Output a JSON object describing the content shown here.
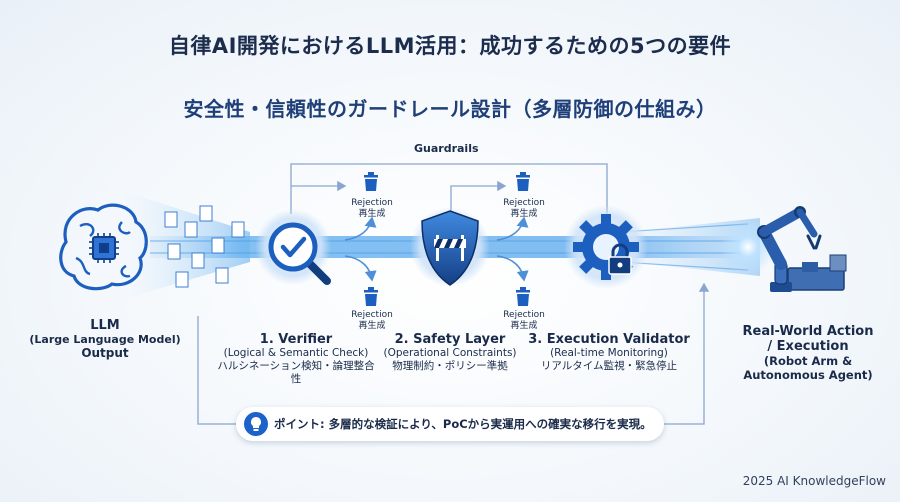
{
  "title": "自律AI開発におけるLLM活用：成功するための5つの要件",
  "subtitle": "安全性・信頼性のガードレール設計（多層防御の仕組み）",
  "guardrails_label": "Guardrails",
  "input": {
    "lines": [
      "LLM",
      "(Large Language Model)",
      "Output"
    ]
  },
  "stages": [
    {
      "name": "1. Verifier",
      "detail": "(Logical & Semantic Check)",
      "jp": "ハルシネーション検知・論理整合性",
      "icon": "magnifier-check-icon"
    },
    {
      "name": "2. Safety Layer",
      "detail": "(Operational Constraints)",
      "jp": "物理制約・ポリシー準拠",
      "icon": "shield-barrier-icon"
    },
    {
      "name": "3. Execution Validator",
      "detail": "(Real-time Monitoring)",
      "jp": "リアルタイム監視・緊急停止",
      "icon": "gear-lock-icon"
    }
  ],
  "rejection": {
    "en": "Rejection",
    "jp": "再生成"
  },
  "output": {
    "lines": [
      "Real-World Action",
      "/ Execution",
      "(Robot Arm &",
      "Autonomous Agent)"
    ]
  },
  "note": "ポイント: 多層的な検証により、PoCから実運用への確実な移行を実現。",
  "footer": "2025 AI KnowledgeFlow",
  "colors": {
    "primary": "#1d62c9",
    "dark": "#1a2b4a",
    "glow": "#7fc2f5",
    "line": "#8aa6cf"
  }
}
